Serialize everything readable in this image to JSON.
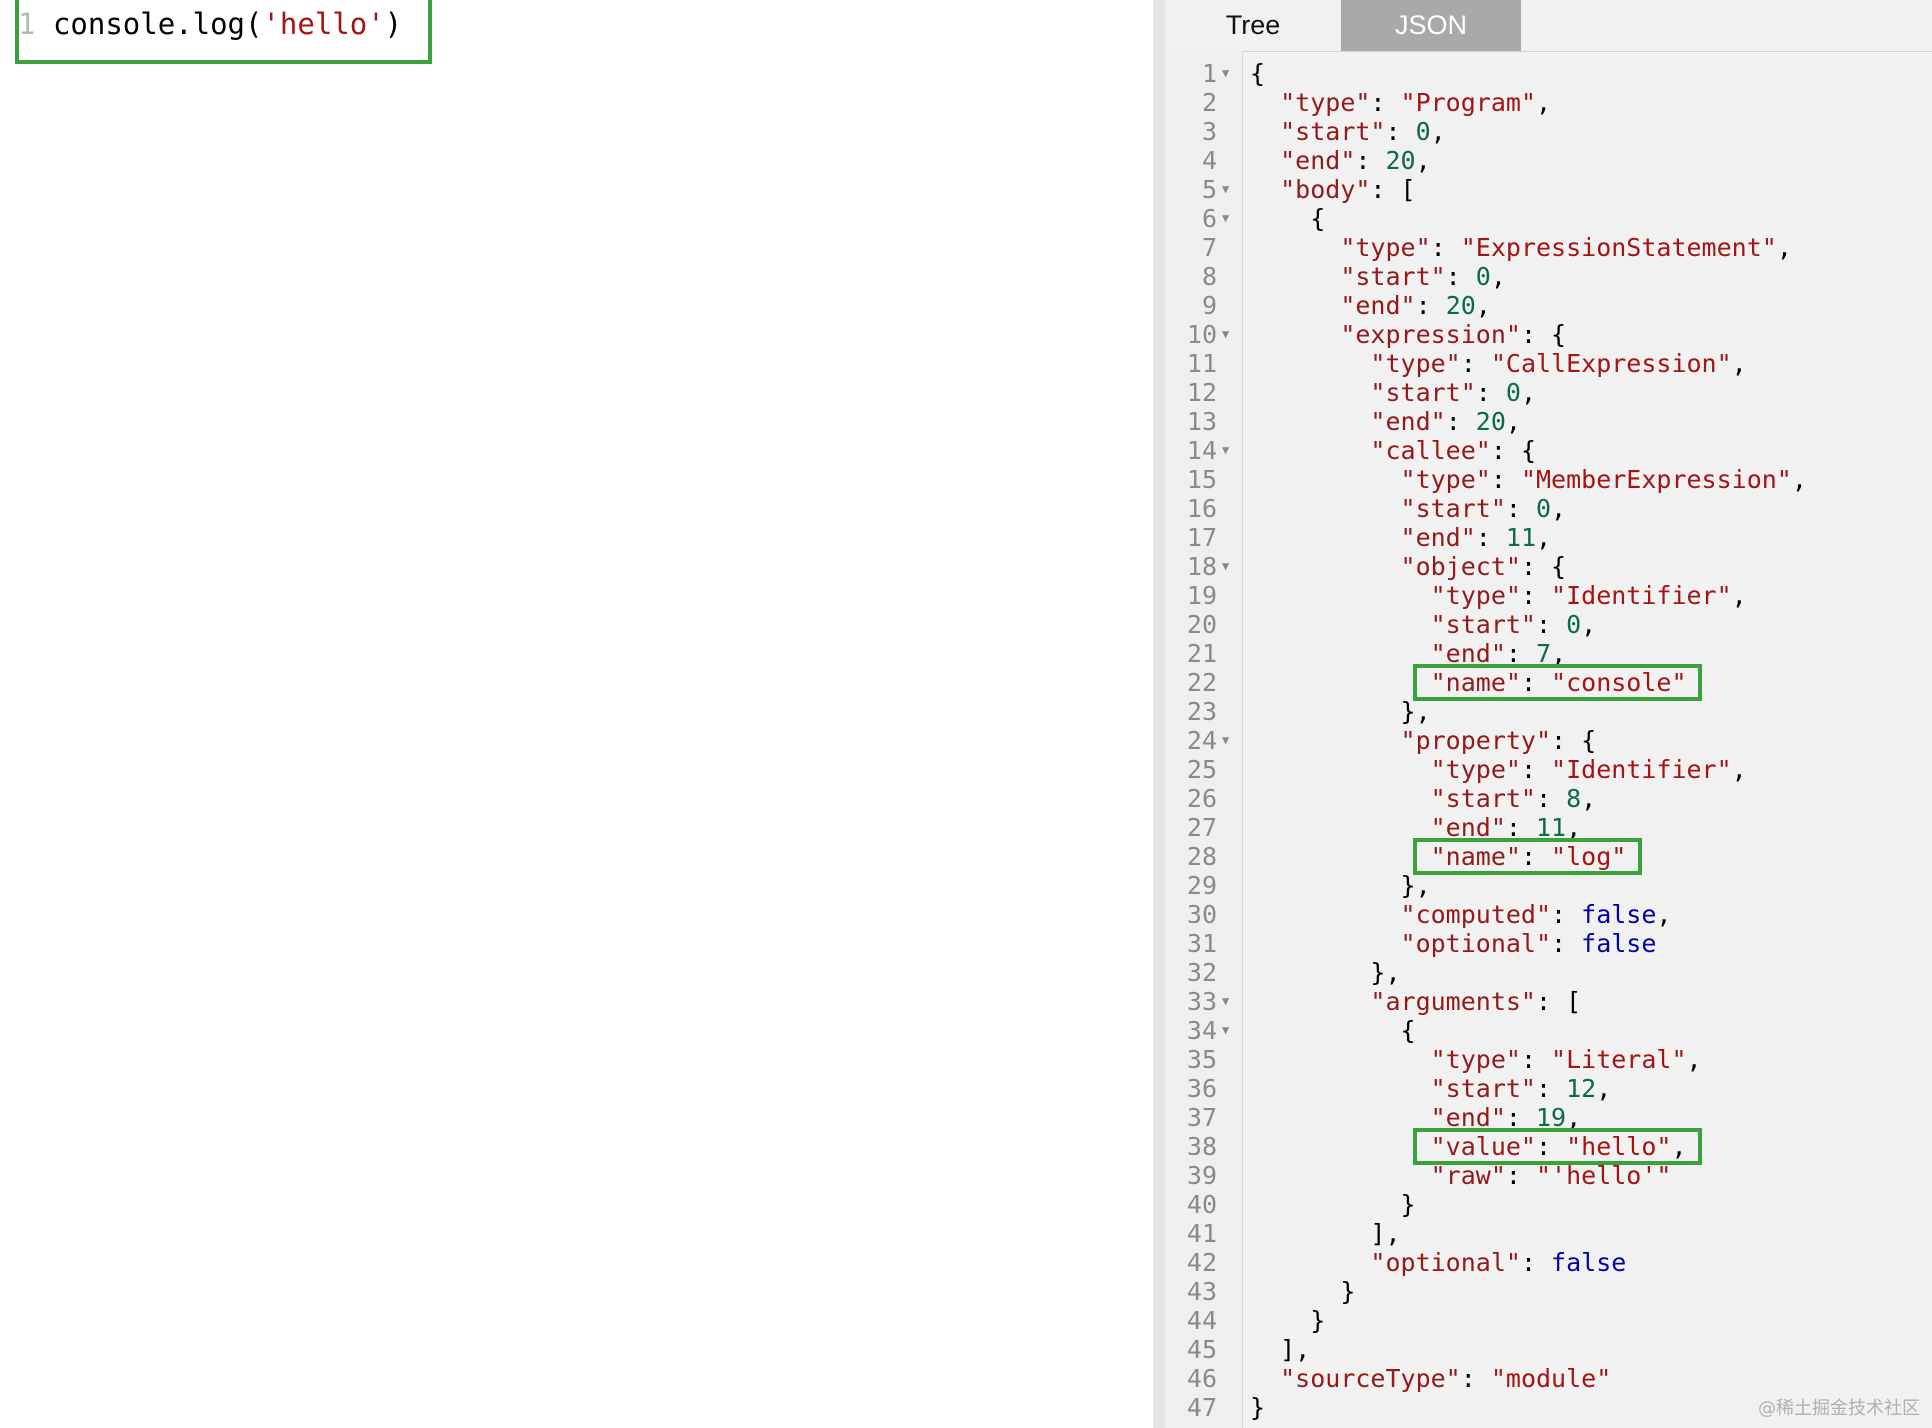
{
  "editor": {
    "line_number": "1",
    "code_pre": "console.log(",
    "code_str": "'hello'",
    "code_post": ")"
  },
  "tabs": {
    "tree": "Tree",
    "json": "JSON",
    "active": "JSON"
  },
  "ast_lines": [
    {
      "n": "1",
      "fold": true,
      "parts": [
        [
          "p",
          "{"
        ]
      ]
    },
    {
      "n": "2",
      "fold": false,
      "parts": [
        [
          "i",
          "  "
        ],
        [
          "k",
          "\"type\""
        ],
        [
          "p",
          ": "
        ],
        [
          "s",
          "\"Program\""
        ],
        [
          "p",
          ","
        ]
      ]
    },
    {
      "n": "3",
      "fold": false,
      "parts": [
        [
          "i",
          "  "
        ],
        [
          "k",
          "\"start\""
        ],
        [
          "p",
          ": "
        ],
        [
          "n",
          "0"
        ],
        [
          "p",
          ","
        ]
      ]
    },
    {
      "n": "4",
      "fold": false,
      "parts": [
        [
          "i",
          "  "
        ],
        [
          "k",
          "\"end\""
        ],
        [
          "p",
          ": "
        ],
        [
          "n",
          "20"
        ],
        [
          "p",
          ","
        ]
      ]
    },
    {
      "n": "5",
      "fold": true,
      "parts": [
        [
          "i",
          "  "
        ],
        [
          "k",
          "\"body\""
        ],
        [
          "p",
          ": ["
        ]
      ]
    },
    {
      "n": "6",
      "fold": true,
      "parts": [
        [
          "i",
          "    "
        ],
        [
          "p",
          "{"
        ]
      ]
    },
    {
      "n": "7",
      "fold": false,
      "parts": [
        [
          "i",
          "      "
        ],
        [
          "k",
          "\"type\""
        ],
        [
          "p",
          ": "
        ],
        [
          "s",
          "\"ExpressionStatement\""
        ],
        [
          "p",
          ","
        ]
      ]
    },
    {
      "n": "8",
      "fold": false,
      "parts": [
        [
          "i",
          "      "
        ],
        [
          "k",
          "\"start\""
        ],
        [
          "p",
          ": "
        ],
        [
          "n",
          "0"
        ],
        [
          "p",
          ","
        ]
      ]
    },
    {
      "n": "9",
      "fold": false,
      "parts": [
        [
          "i",
          "      "
        ],
        [
          "k",
          "\"end\""
        ],
        [
          "p",
          ": "
        ],
        [
          "n",
          "20"
        ],
        [
          "p",
          ","
        ]
      ]
    },
    {
      "n": "10",
      "fold": true,
      "parts": [
        [
          "i",
          "      "
        ],
        [
          "k",
          "\"expression\""
        ],
        [
          "p",
          ": {"
        ]
      ]
    },
    {
      "n": "11",
      "fold": false,
      "parts": [
        [
          "i",
          "        "
        ],
        [
          "k",
          "\"type\""
        ],
        [
          "p",
          ": "
        ],
        [
          "s",
          "\"CallExpression\""
        ],
        [
          "p",
          ","
        ]
      ]
    },
    {
      "n": "12",
      "fold": false,
      "parts": [
        [
          "i",
          "        "
        ],
        [
          "k",
          "\"start\""
        ],
        [
          "p",
          ": "
        ],
        [
          "n",
          "0"
        ],
        [
          "p",
          ","
        ]
      ]
    },
    {
      "n": "13",
      "fold": false,
      "parts": [
        [
          "i",
          "        "
        ],
        [
          "k",
          "\"end\""
        ],
        [
          "p",
          ": "
        ],
        [
          "n",
          "20"
        ],
        [
          "p",
          ","
        ]
      ]
    },
    {
      "n": "14",
      "fold": true,
      "parts": [
        [
          "i",
          "        "
        ],
        [
          "k",
          "\"callee\""
        ],
        [
          "p",
          ": {"
        ]
      ]
    },
    {
      "n": "15",
      "fold": false,
      "parts": [
        [
          "i",
          "          "
        ],
        [
          "k",
          "\"type\""
        ],
        [
          "p",
          ": "
        ],
        [
          "s",
          "\"MemberExpression\""
        ],
        [
          "p",
          ","
        ]
      ]
    },
    {
      "n": "16",
      "fold": false,
      "parts": [
        [
          "i",
          "          "
        ],
        [
          "k",
          "\"start\""
        ],
        [
          "p",
          ": "
        ],
        [
          "n",
          "0"
        ],
        [
          "p",
          ","
        ]
      ]
    },
    {
      "n": "17",
      "fold": false,
      "parts": [
        [
          "i",
          "          "
        ],
        [
          "k",
          "\"end\""
        ],
        [
          "p",
          ": "
        ],
        [
          "n",
          "11"
        ],
        [
          "p",
          ","
        ]
      ]
    },
    {
      "n": "18",
      "fold": true,
      "parts": [
        [
          "i",
          "          "
        ],
        [
          "k",
          "\"object\""
        ],
        [
          "p",
          ": {"
        ]
      ]
    },
    {
      "n": "19",
      "fold": false,
      "parts": [
        [
          "i",
          "            "
        ],
        [
          "k",
          "\"type\""
        ],
        [
          "p",
          ": "
        ],
        [
          "s",
          "\"Identifier\""
        ],
        [
          "p",
          ","
        ]
      ]
    },
    {
      "n": "20",
      "fold": false,
      "parts": [
        [
          "i",
          "            "
        ],
        [
          "k",
          "\"start\""
        ],
        [
          "p",
          ": "
        ],
        [
          "n",
          "0"
        ],
        [
          "p",
          ","
        ]
      ]
    },
    {
      "n": "21",
      "fold": false,
      "parts": [
        [
          "i",
          "            "
        ],
        [
          "k",
          "\"end\""
        ],
        [
          "p",
          ": "
        ],
        [
          "n",
          "7"
        ],
        [
          "p",
          ","
        ]
      ]
    },
    {
      "n": "22",
      "fold": false,
      "hl": true,
      "parts": [
        [
          "i",
          "            "
        ],
        [
          "k",
          "\"name\""
        ],
        [
          "p",
          ": "
        ],
        [
          "s",
          "\"console\""
        ]
      ]
    },
    {
      "n": "23",
      "fold": false,
      "parts": [
        [
          "i",
          "          "
        ],
        [
          "p",
          "},"
        ]
      ]
    },
    {
      "n": "24",
      "fold": true,
      "parts": [
        [
          "i",
          "          "
        ],
        [
          "k",
          "\"property\""
        ],
        [
          "p",
          ": {"
        ]
      ]
    },
    {
      "n": "25",
      "fold": false,
      "parts": [
        [
          "i",
          "            "
        ],
        [
          "k",
          "\"type\""
        ],
        [
          "p",
          ": "
        ],
        [
          "s",
          "\"Identifier\""
        ],
        [
          "p",
          ","
        ]
      ]
    },
    {
      "n": "26",
      "fold": false,
      "parts": [
        [
          "i",
          "            "
        ],
        [
          "k",
          "\"start\""
        ],
        [
          "p",
          ": "
        ],
        [
          "n",
          "8"
        ],
        [
          "p",
          ","
        ]
      ]
    },
    {
      "n": "27",
      "fold": false,
      "parts": [
        [
          "i",
          "            "
        ],
        [
          "k",
          "\"end\""
        ],
        [
          "p",
          ": "
        ],
        [
          "n",
          "11"
        ],
        [
          "p",
          ","
        ]
      ]
    },
    {
      "n": "28",
      "fold": false,
      "hl": true,
      "parts": [
        [
          "i",
          "            "
        ],
        [
          "k",
          "\"name\""
        ],
        [
          "p",
          ": "
        ],
        [
          "s",
          "\"log\""
        ]
      ]
    },
    {
      "n": "29",
      "fold": false,
      "parts": [
        [
          "i",
          "          "
        ],
        [
          "p",
          "},"
        ]
      ]
    },
    {
      "n": "30",
      "fold": false,
      "parts": [
        [
          "i",
          "          "
        ],
        [
          "k",
          "\"computed\""
        ],
        [
          "p",
          ": "
        ],
        [
          "b",
          "false"
        ],
        [
          "p",
          ","
        ]
      ]
    },
    {
      "n": "31",
      "fold": false,
      "parts": [
        [
          "i",
          "          "
        ],
        [
          "k",
          "\"optional\""
        ],
        [
          "p",
          ": "
        ],
        [
          "b",
          "false"
        ]
      ]
    },
    {
      "n": "32",
      "fold": false,
      "parts": [
        [
          "i",
          "        "
        ],
        [
          "p",
          "},"
        ]
      ]
    },
    {
      "n": "33",
      "fold": true,
      "parts": [
        [
          "i",
          "        "
        ],
        [
          "k",
          "\"arguments\""
        ],
        [
          "p",
          ": ["
        ]
      ]
    },
    {
      "n": "34",
      "fold": true,
      "parts": [
        [
          "i",
          "          "
        ],
        [
          "p",
          "{"
        ]
      ]
    },
    {
      "n": "35",
      "fold": false,
      "parts": [
        [
          "i",
          "            "
        ],
        [
          "k",
          "\"type\""
        ],
        [
          "p",
          ": "
        ],
        [
          "s",
          "\"Literal\""
        ],
        [
          "p",
          ","
        ]
      ]
    },
    {
      "n": "36",
      "fold": false,
      "parts": [
        [
          "i",
          "            "
        ],
        [
          "k",
          "\"start\""
        ],
        [
          "p",
          ": "
        ],
        [
          "n",
          "12"
        ],
        [
          "p",
          ","
        ]
      ]
    },
    {
      "n": "37",
      "fold": false,
      "parts": [
        [
          "i",
          "            "
        ],
        [
          "k",
          "\"end\""
        ],
        [
          "p",
          ": "
        ],
        [
          "n",
          "19"
        ],
        [
          "p",
          ","
        ]
      ]
    },
    {
      "n": "38",
      "fold": false,
      "hl": true,
      "parts": [
        [
          "i",
          "            "
        ],
        [
          "k",
          "\"value\""
        ],
        [
          "p",
          ": "
        ],
        [
          "s",
          "\"hello\""
        ],
        [
          "p",
          ","
        ]
      ]
    },
    {
      "n": "39",
      "fold": false,
      "parts": [
        [
          "i",
          "            "
        ],
        [
          "k",
          "\"raw\""
        ],
        [
          "p",
          ": "
        ],
        [
          "s",
          "\"'hello'\""
        ]
      ]
    },
    {
      "n": "40",
      "fold": false,
      "parts": [
        [
          "i",
          "          "
        ],
        [
          "p",
          "}"
        ]
      ]
    },
    {
      "n": "41",
      "fold": false,
      "parts": [
        [
          "i",
          "        "
        ],
        [
          "p",
          "],"
        ]
      ]
    },
    {
      "n": "42",
      "fold": false,
      "parts": [
        [
          "i",
          "        "
        ],
        [
          "k",
          "\"optional\""
        ],
        [
          "p",
          ": "
        ],
        [
          "b",
          "false"
        ]
      ]
    },
    {
      "n": "43",
      "fold": false,
      "parts": [
        [
          "i",
          "      "
        ],
        [
          "p",
          "}"
        ]
      ]
    },
    {
      "n": "44",
      "fold": false,
      "parts": [
        [
          "i",
          "    "
        ],
        [
          "p",
          "}"
        ]
      ]
    },
    {
      "n": "45",
      "fold": false,
      "parts": [
        [
          "i",
          "  "
        ],
        [
          "p",
          "],"
        ]
      ]
    },
    {
      "n": "46",
      "fold": false,
      "parts": [
        [
          "i",
          "  "
        ],
        [
          "k",
          "\"sourceType\""
        ],
        [
          "p",
          ": "
        ],
        [
          "s",
          "\"module\""
        ]
      ]
    },
    {
      "n": "47",
      "fold": false,
      "parts": [
        [
          "p",
          "}"
        ]
      ]
    }
  ],
  "watermark": "@稀土掘金技术社区"
}
